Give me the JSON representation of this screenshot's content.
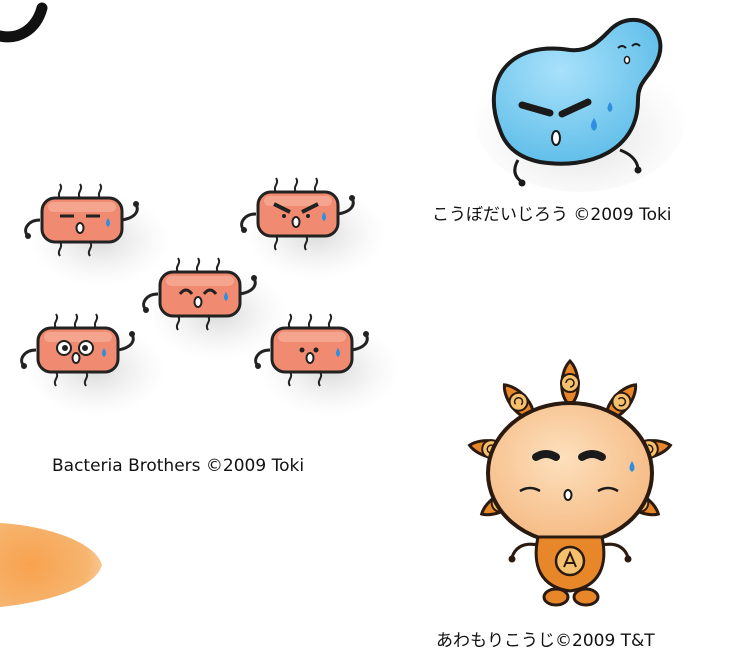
{
  "captions": {
    "koubo": "こうぼだいじろう ©2009 Toki",
    "bacteria": "Bacteria Brothers ©2009 Toki",
    "awamori": "あわもりこうじ©2009 T&T"
  },
  "colors": {
    "bacteria_body": "#f08a70",
    "yeast_body": "#6cc6ef",
    "koji_face": "#fbc99a",
    "koji_petal": "#e8862a",
    "orange_blob": "#f5a35a",
    "sweat": "#2d8fe0",
    "outline": "#1a1a1a"
  },
  "icons": [
    "bacteria-character-icon",
    "yeast-character-icon",
    "koji-character-icon"
  ]
}
